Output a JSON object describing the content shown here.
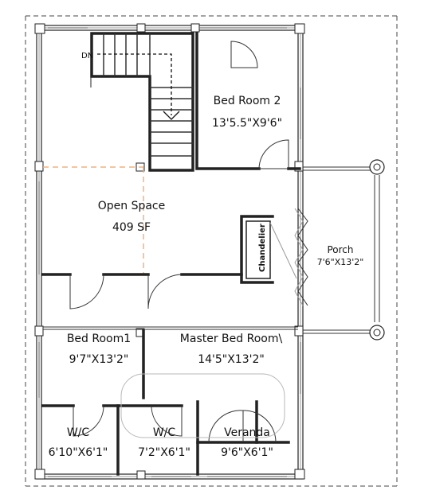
{
  "rooms": {
    "bedroom2": {
      "name": "Bed Room 2",
      "size": "13'5.5\"X9'6\""
    },
    "open_space": {
      "name": "Open Space",
      "size": "409 SF"
    },
    "porch": {
      "name": "Porch",
      "size": "7'6\"X13'2\""
    },
    "bedroom1": {
      "name": "Bed Room1",
      "size": "9'7\"X13'2\""
    },
    "master": {
      "name": "Master Bed Room\\",
      "size": "14'5\"X13'2\""
    },
    "wc1": {
      "name": "W/C",
      "size": "6'10\"X6'1\""
    },
    "wc2": {
      "name": "W/C",
      "size": "7'2\"X6'1\""
    },
    "veranda": {
      "name": "Veranda",
      "size": "9'6\"X6'1\""
    }
  },
  "labels": {
    "stair_dn": "DN",
    "chandelier": "Chandelier"
  }
}
